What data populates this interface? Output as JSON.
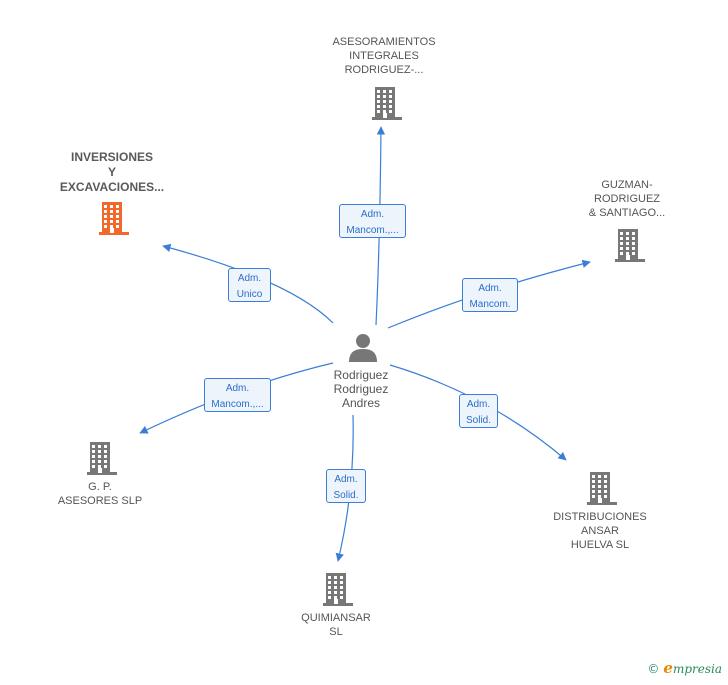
{
  "center": {
    "name": "Rodriguez\nRodriguez\nAndres",
    "icon": "person-icon"
  },
  "nodes": [
    {
      "id": "asesoramientos",
      "label": "ASESORAMIENTOS\nINTEGRALES\nRODRIGUEZ-...",
      "icon": "building-icon",
      "color": "#777777",
      "focus": false
    },
    {
      "id": "inversiones",
      "label": "INVERSIONES\nY\nEXCAVACIONES...",
      "icon": "building-icon",
      "color": "#f2672a",
      "focus": true
    },
    {
      "id": "guzman",
      "label": "GUZMAN-\nRODRIGUEZ\n& SANTIAGO...",
      "icon": "building-icon",
      "color": "#777777",
      "focus": false
    },
    {
      "id": "gp",
      "label": "G. P.\nASESORES SLP",
      "icon": "building-icon",
      "color": "#777777",
      "focus": false
    },
    {
      "id": "distribuciones",
      "label": "DISTRIBUCIONES\nANSAR\nHUELVA SL",
      "icon": "building-icon",
      "color": "#777777",
      "focus": false
    },
    {
      "id": "quimiansar",
      "label": "QUIMIANSAR\nSL",
      "icon": "building-icon",
      "color": "#777777",
      "focus": false
    }
  ],
  "edges": [
    {
      "to": "asesoramientos",
      "role": "Adm.\nMancom.,..."
    },
    {
      "to": "inversiones",
      "role": "Adm.\nUnico"
    },
    {
      "to": "guzman",
      "role": "Adm.\nMancom."
    },
    {
      "to": "gp",
      "role": "Adm.\nMancom.,..."
    },
    {
      "to": "distribuciones",
      "role": "Adm.\nSolid."
    },
    {
      "to": "quimiansar",
      "role": "Adm.\nSolid."
    }
  ],
  "colors": {
    "edge": "#3a7fd5",
    "building": "#777777",
    "focus_building": "#f2672a",
    "person": "#777777"
  },
  "footer": {
    "copyright": "©",
    "brand_initial": "e",
    "brand_rest": "mpresia"
  }
}
